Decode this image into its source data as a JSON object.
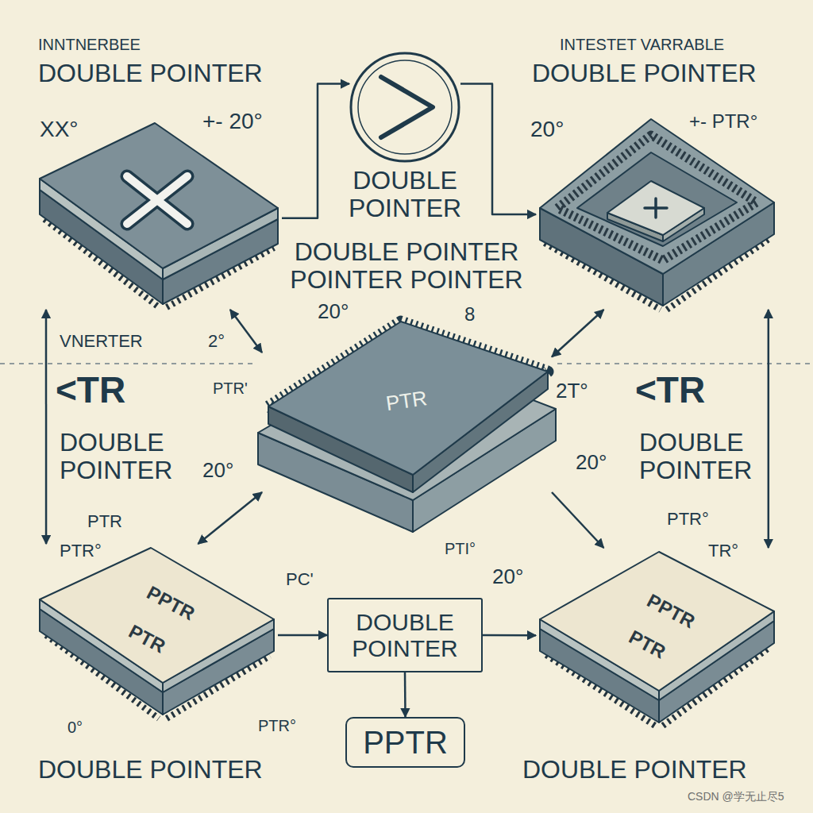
{
  "diagram": {
    "nodes": [
      {
        "text": [
          "DOUBLE POINTER"
        ]
      },
      {
        "text": [
          "DOUBLE POINTER"
        ]
      },
      {
        "text": [
          "DOUBLE POINTER"
        ]
      },
      {
        "text": [
          "DOUBLE POINTER POINTER POINTER",
          "PTR"
        ]
      },
      {
        "text": [
          "PPTR",
          "PTR"
        ]
      },
      {
        "text": [
          "PPTR",
          "PTR"
        ]
      },
      {
        "text": [
          "DOUBLE POINTER"
        ]
      },
      {
        "text": [
          "PPTR"
        ]
      }
    ],
    "edges": [
      {
        "from": 0,
        "to": 1,
        "arrow": "to"
      },
      {
        "from": 1,
        "to": 2,
        "arrow": "to"
      },
      {
        "from": 0,
        "to": 3,
        "arrow": "both"
      },
      {
        "from": 3,
        "to": 2,
        "arrow": "both"
      },
      {
        "from": 3,
        "to": 4,
        "arrow": "both"
      },
      {
        "from": 3,
        "to": 5,
        "arrow": "to"
      },
      {
        "from": 4,
        "to": 6,
        "arrow": "to"
      },
      {
        "from": 6,
        "to": 5,
        "arrow": "to"
      },
      {
        "from": 6,
        "to": 7,
        "arrow": "to"
      },
      {
        "from": 0,
        "to": 4,
        "arrow": "both"
      },
      {
        "from": 2,
        "to": 5,
        "arrow": "both"
      }
    ],
    "labels": [
      "INNTNERBEE",
      "XX°",
      "+- 20°",
      "INTESTET VARRABLE",
      "20°",
      "+- PTR°",
      "20°",
      "8",
      "VNERTER",
      "2°",
      "<TR",
      "DOUBLE POINTER",
      "PTR'",
      "20°",
      "2T°",
      "<TR",
      "DOUBLE POINTER",
      "20°",
      "PTR",
      "PTR°",
      "PTR°",
      "TR°",
      "PTI°",
      "PC'",
      "20°",
      "0°",
      "PTR°",
      "DOUBLE POINTER",
      "DOUBLE POINTER",
      "CSDN @学无止尽5"
    ]
  }
}
